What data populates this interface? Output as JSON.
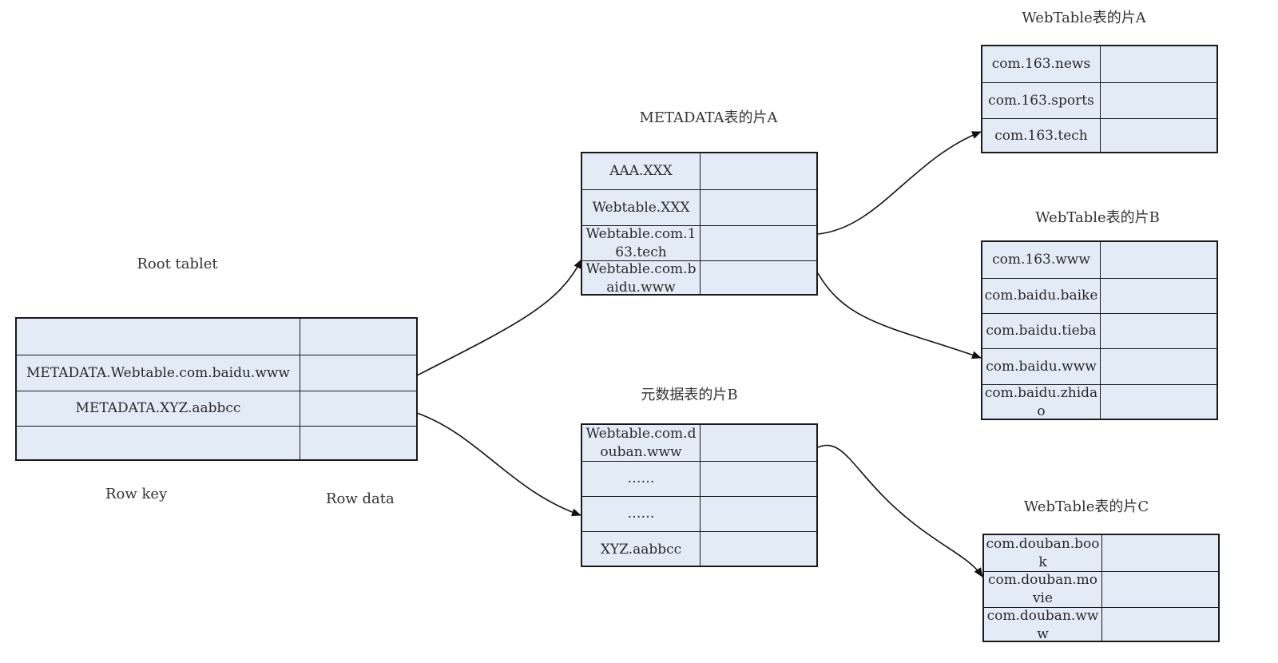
{
  "root": {
    "title": "Root tablet",
    "rows": [
      "",
      "METADATA.Webtable.com.baidu.www",
      "METADATA.XYZ.aabbcc",
      ""
    ],
    "row_key_label": "Row key",
    "row_data_label": "Row data"
  },
  "meta_a": {
    "title": "METADATA表的片A",
    "rows": [
      "AAA.XXX",
      "Webtable.XXX",
      "Webtable.com.163.tech",
      "Webtable.com.baidu.www"
    ]
  },
  "meta_b": {
    "title": "元数据表的片B",
    "rows": [
      "Webtable.com.douban.www",
      "……",
      "……",
      "XYZ.aabbcc"
    ]
  },
  "web_a": {
    "title": "WebTable表的片A",
    "rows": [
      "com.163.news",
      "com.163.sports",
      "com.163.tech"
    ]
  },
  "web_b": {
    "title": "WebTable表的片B",
    "rows": [
      "com.163.www",
      "com.baidu.baike",
      "com.baidu.tieba",
      "com.baidu.www",
      "com.baidu.zhidao"
    ]
  },
  "web_c": {
    "title": "WebTable表的片C",
    "rows": [
      "com.douban.book",
      "com.douban.movie",
      "com.douban.www"
    ]
  }
}
